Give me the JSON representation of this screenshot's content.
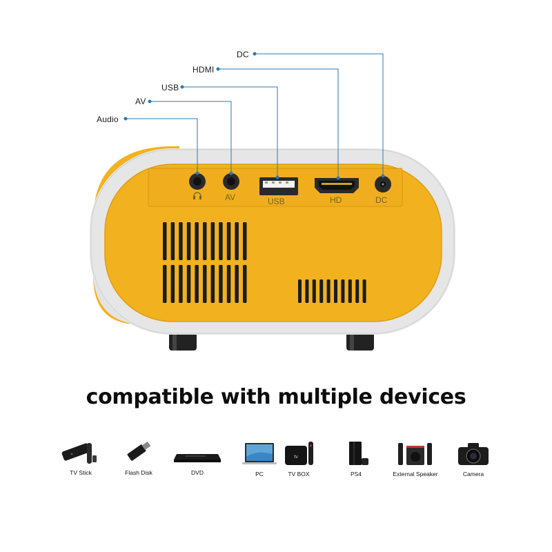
{
  "callouts": {
    "dc": "DC",
    "hdmi": "HDMI",
    "usb": "USB",
    "av": "AV",
    "audio": "Audio"
  },
  "ports": {
    "audio_label_icon": "headphone-icon",
    "av": "AV",
    "usb": "USB",
    "hd": "HD",
    "dc": "DC"
  },
  "headline": "compatible with multiple devices",
  "devices": [
    {
      "label": "TV Stick",
      "icon": "tv-stick-icon"
    },
    {
      "label": "Flash Disk",
      "icon": "flash-disk-icon"
    },
    {
      "label": "DVD",
      "icon": "dvd-player-icon"
    },
    {
      "label": "PC",
      "icon": "laptop-icon"
    },
    {
      "label": "TV BOX",
      "icon": "tv-box-icon"
    },
    {
      "label": "PS4",
      "icon": "ps4-console-icon"
    },
    {
      "label": "External Speaker",
      "icon": "speaker-icon"
    },
    {
      "label": "Camera",
      "icon": "camera-icon"
    }
  ],
  "colors": {
    "body_yellow": "#f2b21f",
    "shell_white": "#e7e7e7",
    "callout_line": "#2a7ab8",
    "port_text": "#6e6424"
  }
}
